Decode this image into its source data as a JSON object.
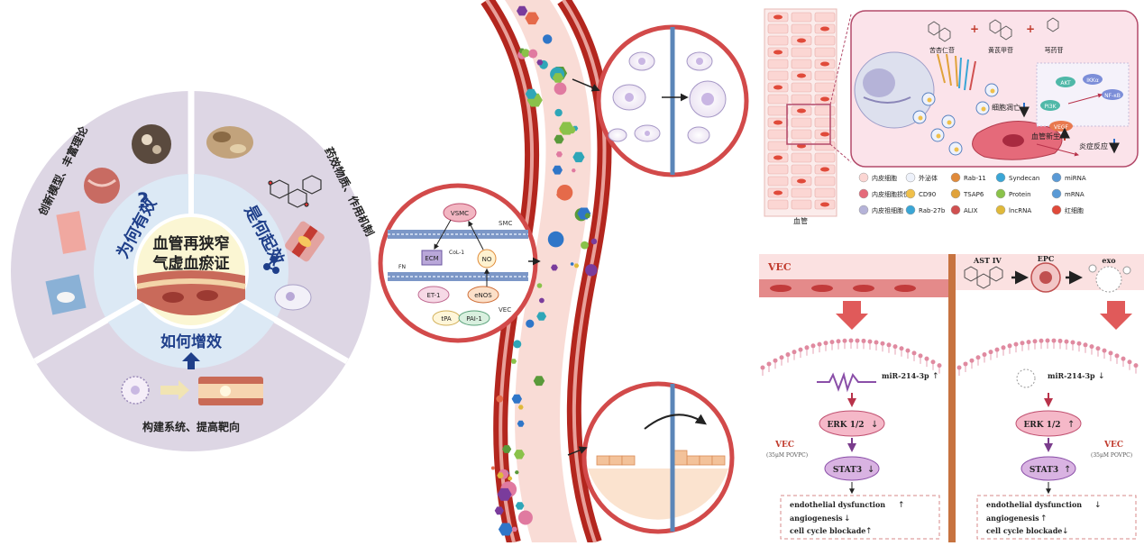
{
  "wheel": {
    "center_line1": "血管再狭窄",
    "center_line2": "气虚血瘀证",
    "why_effective": "为何有效",
    "how_works": "是何起效",
    "how_enhance": "如何增效",
    "left_outer": "创新模型、丰富理论",
    "right_outer": "药效物质、作用机制",
    "bottom_outer": "构建系统、提高靶向"
  },
  "vessel": {
    "smc": "SMC",
    "vec": "VEC",
    "vsmc": "VSMC",
    "col": "CoL-1",
    "ecm": "ECM",
    "fn": "FN",
    "no": "NO",
    "et1": "ET-1",
    "enos": "eNOS",
    "tpa": "tPA",
    "pai1": "PAI-1"
  },
  "mechanism": {
    "drug1": "苦杏仁苷",
    "drug2": "黄芪甲苷",
    "drug3": "芎药苷",
    "plus": "+",
    "akt": "AKT",
    "ikk": "IKKα",
    "pi3k": "PI3K",
    "nfkb": "NF-κB",
    "vegf": "VEGF",
    "apoptosis": "细胞凋亡",
    "angiogenesis": "血管新生",
    "inflammation": "炎症反应",
    "vessel_label": "血管"
  },
  "legend": {
    "items": [
      "内皮细胞",
      "外泌体",
      "Rab-11",
      "Syndecan",
      "miRNA",
      "内皮细胞损伤",
      "CD90",
      "TSAP6",
      "Protein",
      "mRNA",
      "内皮祖细胞",
      "Rab-27b",
      "ALIX",
      "lncRNA",
      "红细胞"
    ]
  },
  "pathway": {
    "vec_top": "VEC",
    "ast": "AST IV",
    "epc": "EPC",
    "exo": "exo",
    "mir": "miR-214-3p",
    "erk": "ERK 1/2",
    "stat3": "STAT3",
    "vec_side": "VEC",
    "vec_side_sub": "(35μM POVPC)",
    "out1": "endothelial dysfunction",
    "out2": "angiogenesis",
    "out3": "cell cycle blockade"
  },
  "colors": {
    "wheel_outer": "#ddd6e4",
    "wheel_inner": "#dce9f5",
    "center": "#fbf6d3",
    "vessel_wall": "#c0392b",
    "lumen": "#f9dcd6",
    "mech_bg": "#fbe3ea",
    "pathway_bg": "#fbe1e1",
    "arrow_red": "#e05a5a",
    "node_pink": "#f5b8c8",
    "node_purple": "#d9b3e2"
  }
}
